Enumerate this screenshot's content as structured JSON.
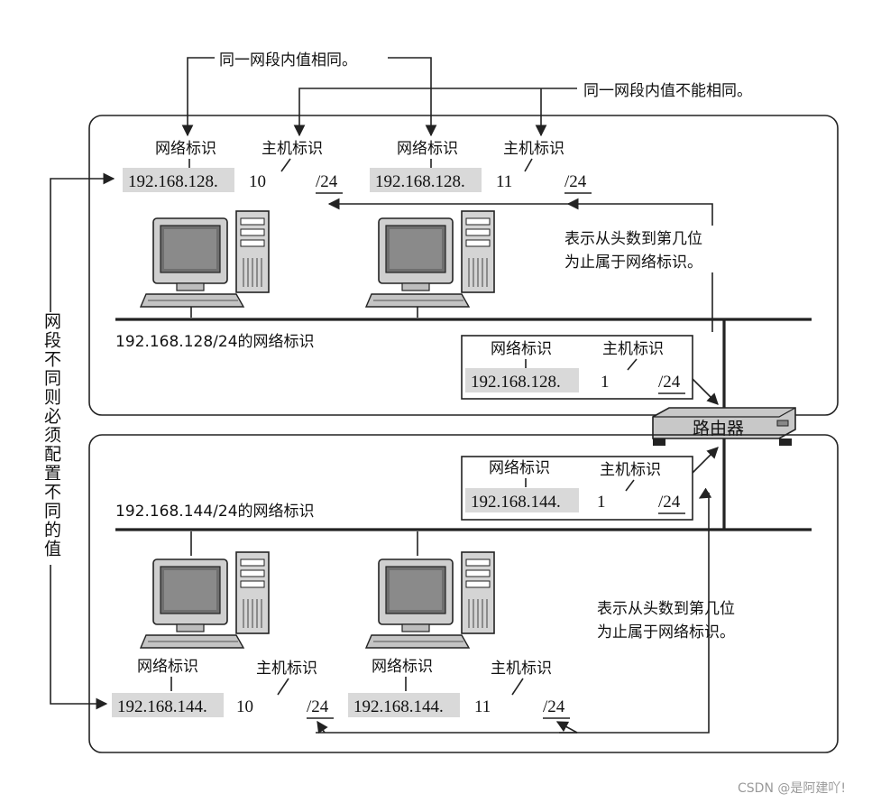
{
  "annotations": {
    "same_value": "同一网段内值相同。",
    "diff_value": "同一网段内值不能相同。",
    "prefix_note_top_1": "表示从头数到第几位",
    "prefix_note_top_2": "为止属于网络标识。",
    "prefix_note_bottom_1": "表示从头数到第几位",
    "prefix_note_bottom_2": "为止属于网络标识。",
    "side_vertical": "网段不同则必须配置不同的值"
  },
  "labels": {
    "network_id": "网络标识",
    "host_id": "主机标识"
  },
  "top_segment": {
    "title": "192.168.128/24的网络标识",
    "host1": {
      "net": "192.168.128.",
      "host": "10",
      "prefix": "/24"
    },
    "host2": {
      "net": "192.168.128.",
      "host": "11",
      "prefix": "/24"
    },
    "router_if": {
      "net": "192.168.128.",
      "host": "1",
      "prefix": "/24"
    }
  },
  "bottom_segment": {
    "title": "192.168.144/24的网络标识",
    "host1": {
      "net": "192.168.144.",
      "host": "10",
      "prefix": "/24"
    },
    "host2": {
      "net": "192.168.144.",
      "host": "11",
      "prefix": "/24"
    },
    "router_if": {
      "net": "192.168.144.",
      "host": "1",
      "prefix": "/24"
    }
  },
  "router": {
    "label": "路由器"
  },
  "footer": {
    "watermark": "CSDN @是阿建吖!"
  }
}
